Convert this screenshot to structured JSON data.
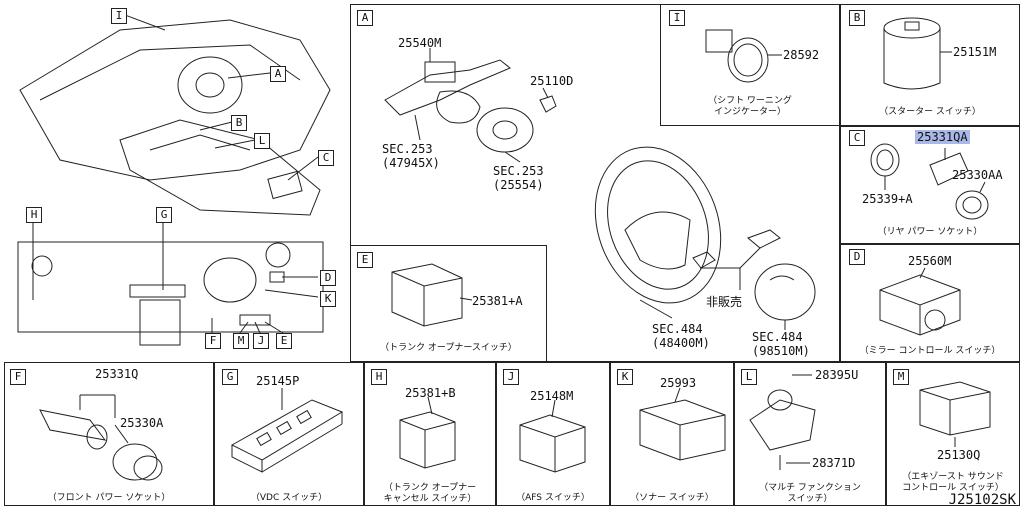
{
  "overview": {
    "refs": [
      "I",
      "A",
      "B",
      "L",
      "C",
      "H",
      "G",
      "D",
      "K",
      "F",
      "M",
      "J",
      "E"
    ]
  },
  "panels": {
    "A": {
      "tag": "A",
      "parts": [
        "25540M",
        "25110D",
        "SEC.253",
        "(47945X)",
        "SEC.253",
        "(25554)",
        "SEC.484",
        "(48400M)",
        "SEC.484",
        "(98510M)"
      ],
      "note": "非販売"
    },
    "E": {
      "tag": "E",
      "part": "25381+A",
      "caption": "（トランク オープナースイッチ）"
    },
    "I": {
      "tag": "I",
      "part": "28592",
      "caption1": "（シフト ワーニング",
      "caption2": "インジケーター）"
    },
    "B": {
      "tag": "B",
      "part": "25151M",
      "caption": "（スターター スイッチ）"
    },
    "C": {
      "tag": "C",
      "parts": [
        "25331QA",
        "25339+A",
        "25330AA"
      ],
      "caption": "（リヤ パワー ソケット）"
    },
    "D": {
      "tag": "D",
      "part": "25560M",
      "caption": "（ミラー コントロール スイッチ）"
    },
    "F": {
      "tag": "F",
      "parts": [
        "25331Q",
        "25330A"
      ],
      "caption": "（フロント パワー ソケット）"
    },
    "G": {
      "tag": "G",
      "part": "25145P",
      "caption": "（VDC スイッチ）"
    },
    "H": {
      "tag": "H",
      "part": "25381+B",
      "caption1": "（トランク オープナー",
      "caption2": "キャンセル スイッチ）"
    },
    "J": {
      "tag": "J",
      "part": "25148M",
      "caption": "（AFS スイッチ）"
    },
    "K": {
      "tag": "K",
      "part": "25993",
      "caption": "（ソナー スイッチ）"
    },
    "L": {
      "tag": "L",
      "parts": [
        "28395U",
        "28371D"
      ],
      "caption1": "（マルチ ファンクション",
      "caption2": "スイッチ）"
    },
    "M": {
      "tag": "M",
      "part": "25130Q",
      "caption1": "（エキゾースト サウンド",
      "caption2": "コントロール スイッチ）"
    }
  },
  "footer": {
    "code": "J25102SK"
  },
  "colors": {
    "line": "#222222",
    "highlight": "#a9b8e8"
  }
}
